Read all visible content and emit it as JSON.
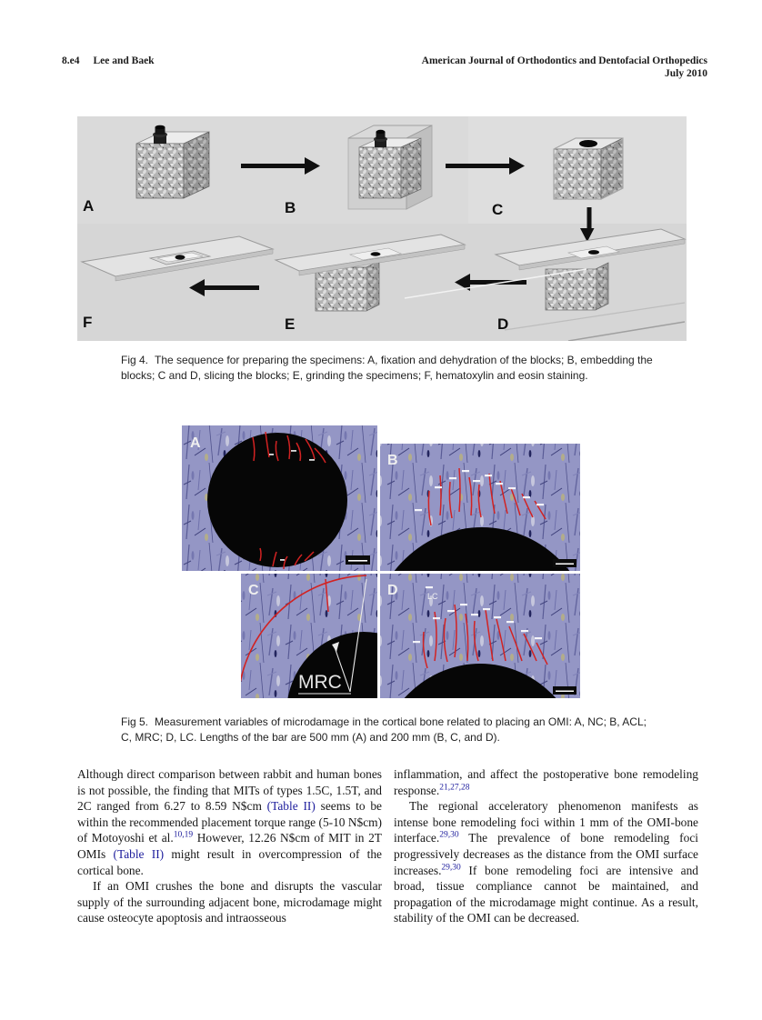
{
  "header": {
    "page_label": "8.e4",
    "authors": "Lee and Baek",
    "journal": "American Journal of Orthodontics and Dentofacial Orthopedics",
    "issue_date": "July 2010"
  },
  "figures": {
    "fig4": {
      "label": "Fig 4.",
      "caption": "The sequence for preparing the specimens: A, fixation and dehydration of the blocks; B, embedding the blocks; C and D, slicing the blocks; E, grinding the specimens; F, hematoxylin and eosin staining.",
      "panels": [
        "A",
        "B",
        "C",
        "D",
        "E",
        "F"
      ]
    },
    "fig5": {
      "label": "Fig 5.",
      "caption": "Measurement variables of microdamage in the cortical bone related to placing an OMI: A, NC; B, ACL; C, MRC; D, LC. Lengths of the bar are 500 mm (A) and 200 mm (B, C, and D).",
      "panels": [
        "A",
        "B",
        "C",
        "D"
      ],
      "panel_c_annotation": "MRC",
      "panel_d_annotation": "LC"
    }
  },
  "body": {
    "left": {
      "p1": {
        "t1": "Although direct comparison between rabbit and human bones is not possible, the finding that MITs of types 1.5C, 1.5T, and 2C ranged from 6.27 to 8.59 N$cm ",
        "link1": "(Table II)",
        "t2": " seems to be within the recommended placement torque range (5-10 N$cm) of Motoyoshi et al.",
        "ref1": "10,19",
        "t3": " However, 12.26 N$cm of MIT in 2T OMIs ",
        "link2": "(Table II)",
        "t4": " might result in overcompression of the cortical bone."
      },
      "p2": "If an OMI crushes the bone and disrupts the vascular supply of the surrounding adjacent bone, microdamage might cause osteocyte apoptosis and intraosseous"
    },
    "right": {
      "p1": {
        "t1": "inflammation, and affect the postoperative bone remodeling response.",
        "ref1": "21,27,28"
      },
      "p2": {
        "t1": "The regional acceleratory phenomenon manifests as intense bone remodeling foci within 1 mm of the OMI-bone interface.",
        "ref1": "29,30",
        "t2": " The prevalence of bone remodeling foci progressively decreases as the distance from the OMI surface increases.",
        "ref2": "29,30",
        "t3": " If bone remodeling foci are intensive and broad, tissue compliance cannot be maintained, and propagation of the microdamage might continue. As a result, stability of the OMI can be decreased."
      }
    }
  },
  "colors": {
    "reference_link": "#1c1c9c",
    "crack_red": "#d22222",
    "tissue_base": "#9496c5",
    "figure_gray": "#d6d6d6"
  }
}
